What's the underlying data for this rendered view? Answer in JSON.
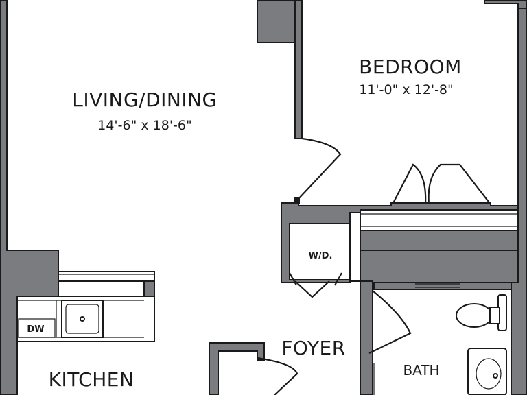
{
  "rooms": {
    "living": {
      "name": "LIVING/DINING",
      "dims": "14'-6\" x 18'-6\""
    },
    "bedroom": {
      "name": "BEDROOM",
      "dims": "11'-0\" x 12'-8\""
    },
    "kitchen": {
      "name": "KITCHEN"
    },
    "foyer": {
      "name": "FOYER"
    },
    "bath": {
      "name": "BATH"
    }
  },
  "fixtures": {
    "washer_dryer": "W/D.",
    "dishwasher": "DW"
  },
  "colors": {
    "wall": "#7b7c80",
    "line": "#1a1a1a",
    "background": "#ffffff"
  }
}
